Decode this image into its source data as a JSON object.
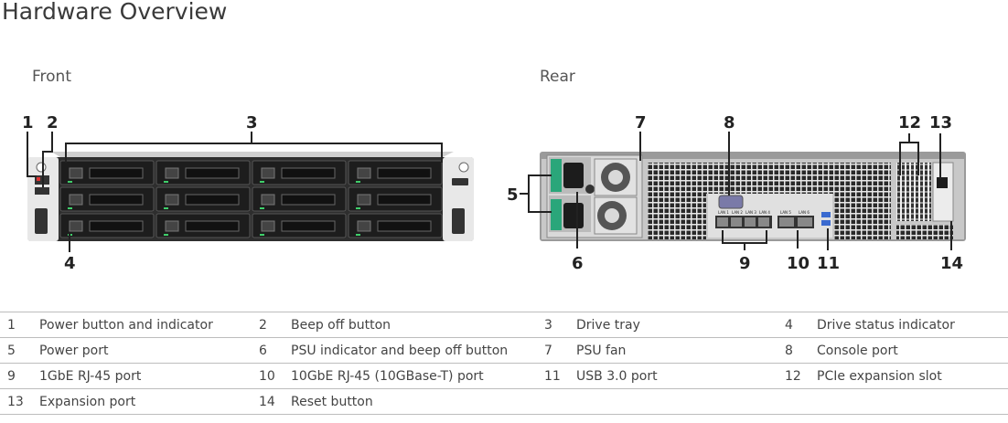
{
  "page_title": "Hardware Overview",
  "front_label": "Front",
  "rear_label": "Rear",
  "callouts": {
    "c1": "1",
    "c2": "2",
    "c3": "3",
    "c4": "4",
    "c5": "5",
    "c6": "6",
    "c7": "7",
    "c8": "8",
    "c9": "9",
    "c10": "10",
    "c11": "11",
    "c12": "12",
    "c13": "13",
    "c14": "14"
  },
  "port_labels": [
    "LAN 1",
    "LAN 2",
    "LAN 3",
    "LAN 4",
    "LAN 5",
    "LAN 6"
  ],
  "legend": [
    {
      "num": "1",
      "label": "Power button and indicator"
    },
    {
      "num": "2",
      "label": "Beep off button"
    },
    {
      "num": "3",
      "label": "Drive tray"
    },
    {
      "num": "4",
      "label": "Drive status indicator"
    },
    {
      "num": "5",
      "label": "Power port"
    },
    {
      "num": "6",
      "label": "PSU indicator and beep off button"
    },
    {
      "num": "7",
      "label": "PSU fan"
    },
    {
      "num": "8",
      "label": "Console port"
    },
    {
      "num": "9",
      "label": "1GbE RJ-45 port"
    },
    {
      "num": "10",
      "label": "10GbE RJ-45 (10GBase-T) port"
    },
    {
      "num": "11",
      "label": "USB 3.0 port"
    },
    {
      "num": "12",
      "label": "PCIe expansion slot"
    },
    {
      "num": "13",
      "label": "Expansion port"
    },
    {
      "num": "14",
      "label": "Reset button"
    }
  ]
}
